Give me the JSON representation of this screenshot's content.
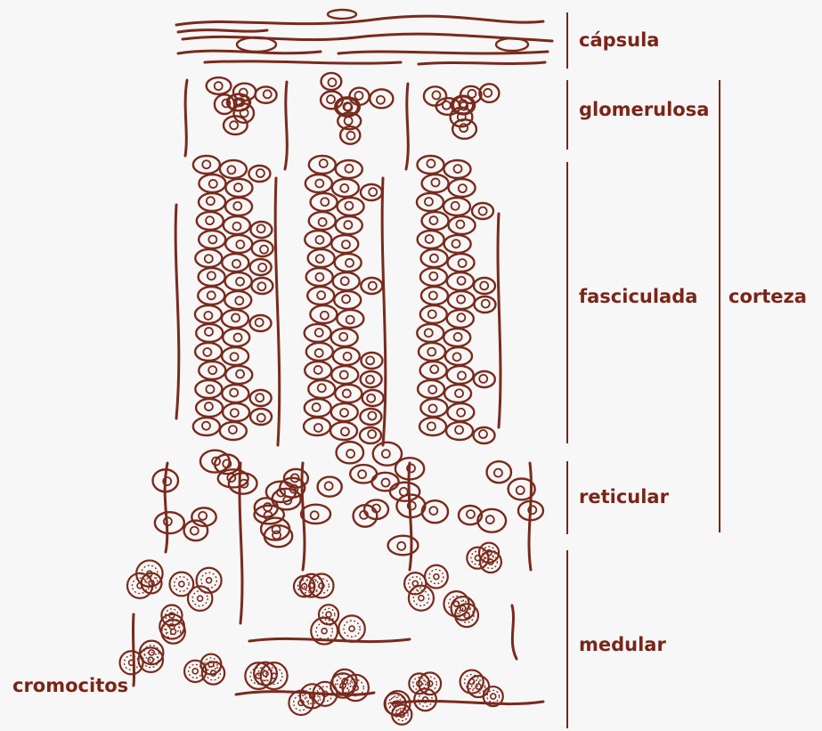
{
  "colors": {
    "ink": "#7a2a1c",
    "label": "#7b2518",
    "background": "#f7f7f7"
  },
  "layers": {
    "capsula": "cápsula",
    "glomerulosa": "glomerulosa",
    "fasciculada": "fasciculada",
    "reticular": "reticular",
    "medular": "medular"
  },
  "region": {
    "corteza": "corteza"
  },
  "cells": {
    "cromocitos": "cromocitos"
  }
}
